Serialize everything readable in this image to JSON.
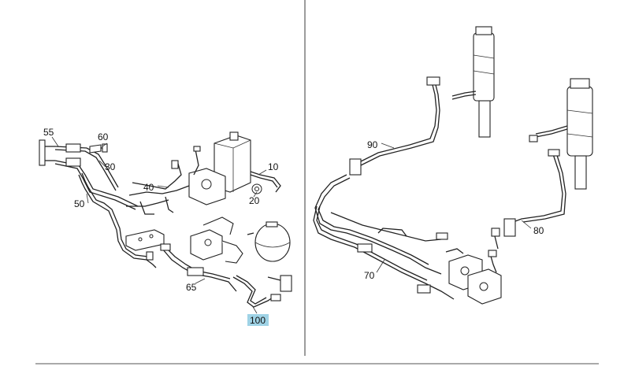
{
  "labels": {
    "p55": "55",
    "p60": "60",
    "p30": "30",
    "p10": "10",
    "p40": "40",
    "p20": "20",
    "p50": "50",
    "p65": "65",
    "p100": "100",
    "p90": "90",
    "p80": "80",
    "p70": "70"
  },
  "highlight_color": "#9fd3e6"
}
